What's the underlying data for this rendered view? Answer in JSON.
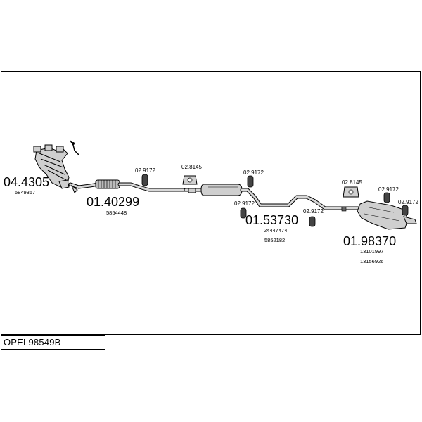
{
  "diagram_code": "OPEL98549B",
  "parts": {
    "manifold": {
      "number": "04.4305",
      "ref": "5849357"
    },
    "front_pipe": {
      "number": "01.40299",
      "ref": "5854448"
    },
    "middle_silencer": {
      "number": "01.53730",
      "refs": [
        "24447474",
        "5852182"
      ]
    },
    "rear_silencer": {
      "number": "01.98370",
      "refs": [
        "13101997",
        "13156926"
      ]
    }
  },
  "fittings": {
    "clamp_a": "02.9172",
    "hanger_a": "02.8145",
    "clamp_b": "02.9172",
    "clamp_c": "02.9172",
    "clamp_d": "02.9172",
    "hanger_b": "02.8145",
    "clamp_e": "02.9172",
    "clamp_f": "02.9172"
  }
}
